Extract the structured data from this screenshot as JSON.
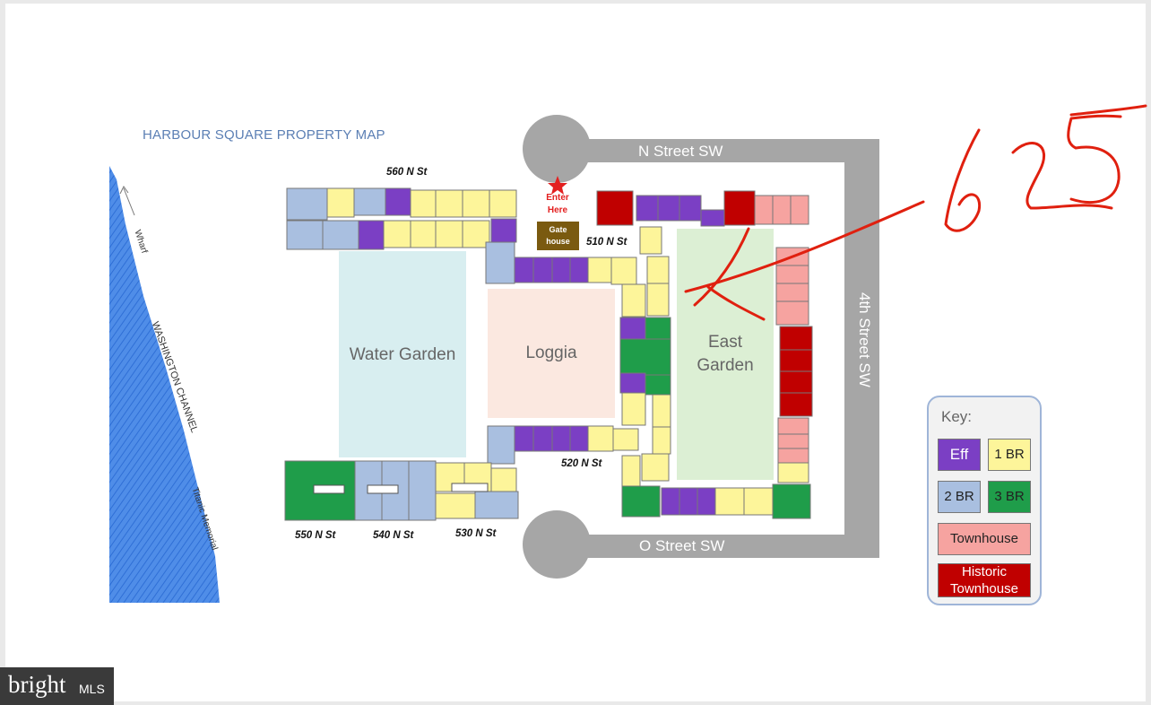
{
  "map": {
    "title": "HARBOUR SQUARE PROPERTY MAP",
    "streets": {
      "north": "N Street SW",
      "south": "O Street SW",
      "east": "4th Street SW"
    },
    "buildings": {
      "b560": "560 N St",
      "b510": "510 N St",
      "b520": "520 N St",
      "b550": "550 N St",
      "b540": "540 N St",
      "b530": "530 N St"
    },
    "gardens": {
      "water": "Water Garden",
      "loggia": "Loggia",
      "east_line1": "East",
      "east_line2": "Garden"
    },
    "entrance_line1": "Enter",
    "entrance_line2": "Here",
    "gatehouse_line1": "Gate",
    "gatehouse_line2": "house",
    "waterfront": {
      "wharf": "Wharf",
      "channel": "WASHINGTON CHANNEL",
      "memorial": "Titanic Memorial"
    },
    "annotation": "625"
  },
  "key": {
    "title": "Key:",
    "eff": "Eff",
    "br1": "1 BR",
    "br2": "2 BR",
    "br3": "3 BR",
    "townhouse": "Townhouse",
    "historic_line1": "Historic",
    "historic_line2": "Townhouse"
  },
  "colors": {
    "eff": "#7b3fc4",
    "br1": "#fdf59a",
    "br2": "#a9bfe0",
    "br3": "#1f9d4a",
    "townhouse": "#f6a3a0",
    "historic": "#c00000",
    "street": "#a6a6a6",
    "water_garden": "#d8eef0",
    "loggia": "#fbe8e0",
    "east_garden": "#dcefd4",
    "annotation": "#e0200f"
  },
  "logo": {
    "word": "bright",
    "suffix": "MLS"
  }
}
